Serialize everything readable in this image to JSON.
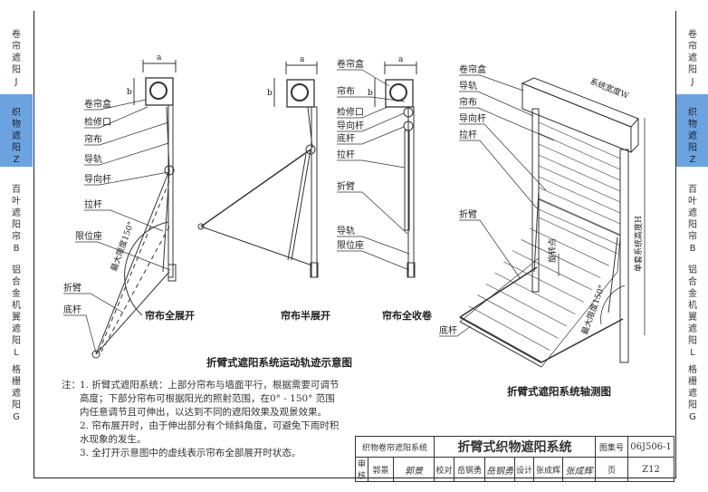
{
  "side_index": [
    {
      "chars": [
        "卷",
        "帘",
        "遮",
        "阳",
        "J"
      ],
      "active": false
    },
    {
      "chars": [
        "织",
        "物",
        "遮",
        "阳",
        "Z"
      ],
      "active": true
    },
    {
      "chars": [
        "百",
        "叶",
        "遮",
        "阳",
        "帘",
        "B"
      ],
      "active": false
    },
    {
      "chars": [
        "铝",
        "合",
        "金",
        "机",
        "翼",
        "遮",
        "阳",
        "L"
      ],
      "active": false
    },
    {
      "chars": [
        "格",
        "栅",
        "遮",
        "阳",
        "G"
      ],
      "active": false
    }
  ],
  "colors": {
    "active_tab": "#6aa3e0",
    "line": "#222222"
  },
  "diagram_full": {
    "dim_a": "a",
    "dim_b": "b",
    "labels": [
      "卷帘盒",
      "检修口",
      "帘布",
      "导轨",
      "导向杆",
      "拉杆",
      "限位座",
      "折臂",
      "底杆"
    ],
    "angle": "最大限度150°",
    "caption": "帘布全展开"
  },
  "diagram_half": {
    "dim_a": "a",
    "dim_b": "b",
    "caption": "帘布半展开"
  },
  "diagram_closed": {
    "dim_a": "a",
    "dim_b": "b",
    "labels": [
      "卷帘盒",
      "帘布",
      "检修口",
      "导向杆",
      "底杆",
      "拉杆",
      "折臂",
      "导轨",
      "限位座"
    ],
    "caption": "帘布全收卷"
  },
  "motion_caption": "折臂式遮阳系统运动轨迹示意图",
  "axonometric": {
    "labels": [
      "卷帘盒",
      "导轨",
      "帘布",
      "导向杆",
      "拉杆",
      "折臂",
      "底杆"
    ],
    "width_dim": "系统宽度W",
    "height_dim": "单套系统高度H",
    "pivot": "旋转点",
    "angle": "最大限度150°",
    "caption": "折臂式遮阳系统轴测图"
  },
  "notes": {
    "label": "注：",
    "items": [
      "1. 折臂式遮阳系统：上部分帘布与墙面平行，根据需要可调节高度；下部分帘布可根据阳光的照射范围，在0° - 150° 范围内任意调节且可伸出，以达到不同的遮阳效果及观景效果。",
      "2. 帘布展开时，由于伸出部分有个倾斜角度，可避免下雨时积水现象的发生。",
      "3. 全打开示意图中的虚线表示帘布全部展开时状态。"
    ]
  },
  "title_block": {
    "series": "织物卷帘遮阳系统",
    "title": "折臂式织物遮阳系统",
    "atlas_label": "图集号",
    "atlas_no": "06J506-1",
    "review_label": "审核",
    "reviewer": "郭景",
    "reviewer_sig": "郭景",
    "check_label": "校对",
    "checker": "岳钢勇",
    "checker_sig": "岳钢勇",
    "design_label": "设计",
    "designer": "张成辉",
    "designer_sig": "张成辉",
    "page_label": "页",
    "page": "Z12"
  }
}
